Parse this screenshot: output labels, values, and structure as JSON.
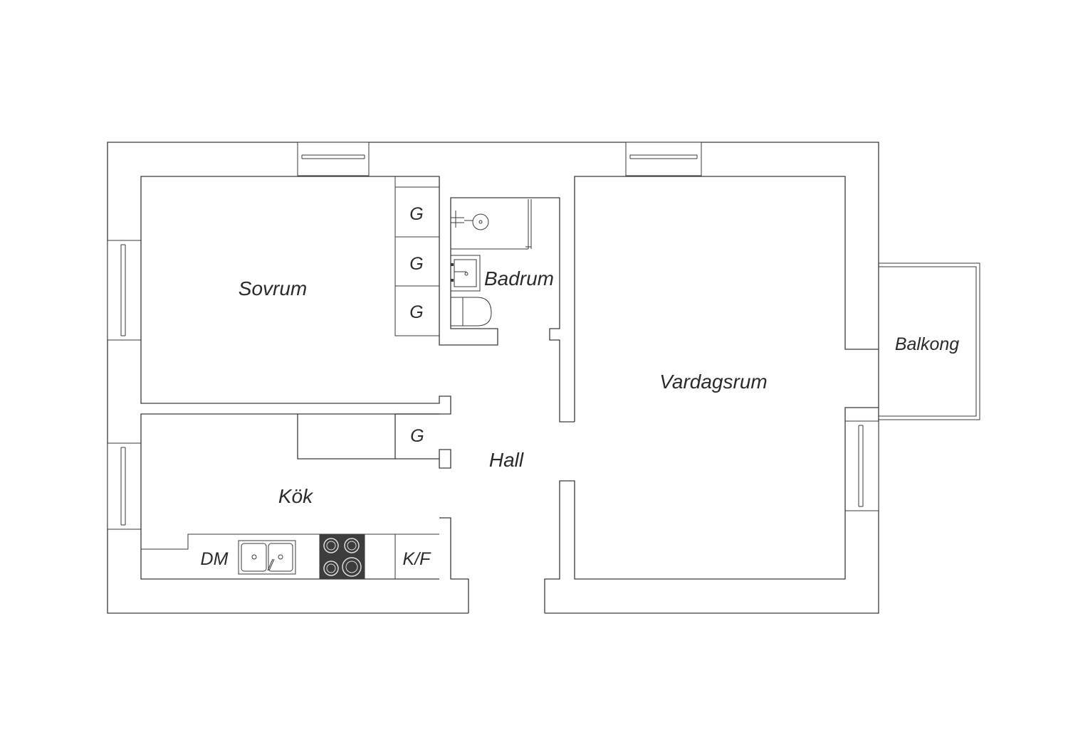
{
  "rooms": {
    "sovrum": "Sovrum",
    "badrum": "Badrum",
    "vardagsrum": "Vardagsrum",
    "balkong": "Balkong",
    "hall": "Hall",
    "kok": "Kök"
  },
  "fixtures": {
    "wardrobe_1": "G",
    "wardrobe_2": "G",
    "wardrobe_3": "G",
    "wardrobe_hall": "G",
    "dishwasher": "DM",
    "fridge_freezer": "K/F"
  },
  "colors": {
    "line": "#3a3a3a",
    "stove": "#3d3d3d",
    "background": "#ffffff"
  }
}
